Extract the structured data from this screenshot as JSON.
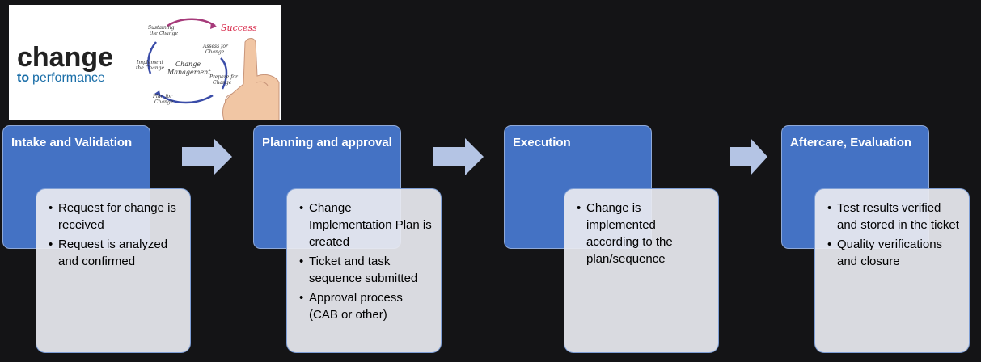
{
  "logo": {
    "word_change": "change",
    "word_to": "to",
    "word_performance": "performance",
    "cycle_center": [
      "Change",
      "Management"
    ],
    "cycle_labels": {
      "sustaining": [
        "Sustaining",
        "the Change"
      ],
      "success": "Success",
      "assess": [
        "Assess for",
        "Change"
      ],
      "prepare": [
        "Prepare for",
        "Change"
      ],
      "plan": [
        "Plan for",
        "Change"
      ],
      "implement": [
        "Implement",
        "the Change"
      ]
    }
  },
  "stages": [
    {
      "title": "Intake and Validation",
      "bullets": [
        "Request for change is received",
        "Request is analyzed and confirmed"
      ]
    },
    {
      "title": "Planning and approval",
      "bullets": [
        "Change Implementation Plan is created",
        "Ticket and task sequence submitted",
        "Approval process (CAB or other)"
      ]
    },
    {
      "title": "Execution",
      "bullets": [
        "Change is implemented according to the plan/sequence"
      ]
    },
    {
      "title": "Aftercare, Evaluation",
      "bullets": [
        "Test results verified and stored in the ticket",
        "Quality verifications and closure"
      ]
    }
  ],
  "colors": {
    "background": "#141416",
    "header_fill": "#4472c4",
    "body_fill": "#e8eaf0",
    "arrow_fill": "#b4c4e4"
  }
}
